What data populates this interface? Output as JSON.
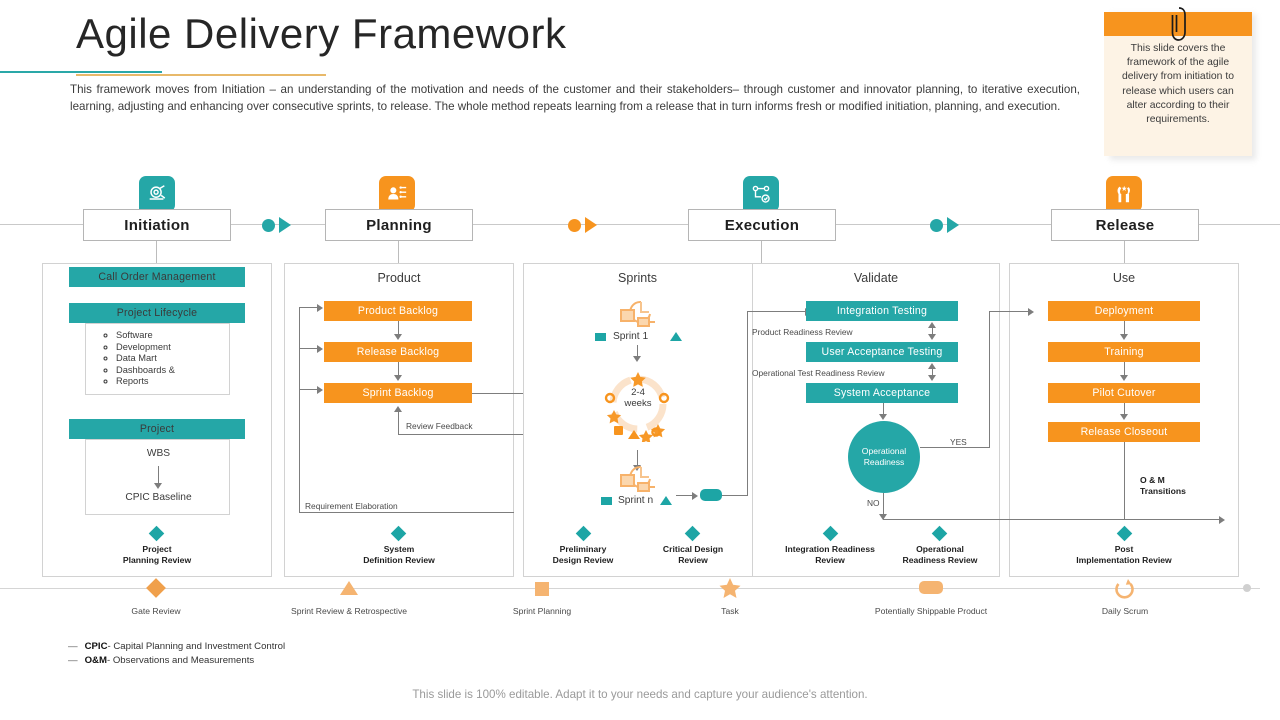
{
  "title": "Agile Delivery Framework",
  "intro": "This framework moves from Initiation – an understanding of the motivation and needs of the customer and their stakeholders– through customer and innovator planning, to iterative execution, learning, adjusting and enhancing over consecutive sprints, to release. The whole method repeats learning from a release that in turn informs fresh or modified initiation, planning, and execution.",
  "note": {
    "text": "This slide covers the framework of the agile delivery from initiation to release which users can alter according to their requirements."
  },
  "phases": [
    {
      "label": "Initiation",
      "icon": "target-scope-icon",
      "accent": "#25a7a7"
    },
    {
      "label": "Planning",
      "icon": "user-plan-icon",
      "accent": "#f7941e"
    },
    {
      "label": "Execution",
      "icon": "workflow-check-icon",
      "accent": "#25a7a7"
    },
    {
      "label": "Release",
      "icon": "celebrate-icon",
      "accent": "#f7941e"
    }
  ],
  "initiation": {
    "bar_call_order": "Call Order Management",
    "bar_lifecycle": "Project Lifecycle",
    "lifecycle_items": [
      "Software",
      "Development",
      "Data Mart",
      "Dashboards &",
      "Reports"
    ],
    "bar_project": "Project",
    "wbs": "WBS",
    "cpic_baseline": "CPIC Baseline",
    "milestone": "Project\nPlanning Review"
  },
  "planning": {
    "section_title": "Product",
    "bars": [
      "Product Backlog",
      "Release Backlog",
      "Sprint Backlog"
    ],
    "review_feedback": "Review Feedback",
    "requirement_elaboration": "Requirement Elaboration",
    "milestone": "System\nDefinition Review"
  },
  "execution": {
    "sprints_title": "Sprints",
    "sprint_first": "Sprint 1",
    "sprint_last": "Sprint n",
    "cycle": "2-4\nweeks",
    "validate_title": "Validate",
    "validate_bars": [
      "Integration Testing",
      "User Acceptance Testing",
      "System Acceptance"
    ],
    "gate_1": "Product Readiness Review",
    "gate_2": "Operational Test Readiness Review",
    "decision": "Operational\nReadiness",
    "yes": "YES",
    "no": "NO",
    "milestones": [
      "Preliminary\nDesign Review",
      "Critical Design\nReview",
      "Integration Readiness\nReview",
      "Operational\nReadiness Review"
    ]
  },
  "release": {
    "section_title": "Use",
    "bars": [
      "Deployment",
      "Training",
      "Pilot Cutover",
      "Release Closeout"
    ],
    "om_transitions": "O & M\nTransitions",
    "milestone": "Post\nImplementation Review"
  },
  "legend": [
    {
      "label": "Gate Review",
      "shape": "diamond-orange-icon"
    },
    {
      "label": "Sprint Review & Retrospective",
      "shape": "triangle-orange-icon"
    },
    {
      "label": "Sprint Planning",
      "shape": "square-orange-icon"
    },
    {
      "label": "Task",
      "shape": "star-orange-icon"
    },
    {
      "label": "Potentially Shippable Product",
      "shape": "capsule-orange-icon"
    },
    {
      "label": "Daily Scrum",
      "shape": "refresh-orange-icon"
    }
  ],
  "definitions": [
    {
      "term": "CPIC",
      "desc": "- Capital Planning and Investment Control"
    },
    {
      "term": "O&M",
      "desc": "- Observations and Measurements"
    }
  ],
  "footer": "This slide is 100% editable. Adapt it to your needs and capture your audience's attention.",
  "colors": {
    "teal": "#25a7a7",
    "orange": "#f7941e",
    "note_bg": "#fdf3e5",
    "line": "#7d7d7d"
  }
}
